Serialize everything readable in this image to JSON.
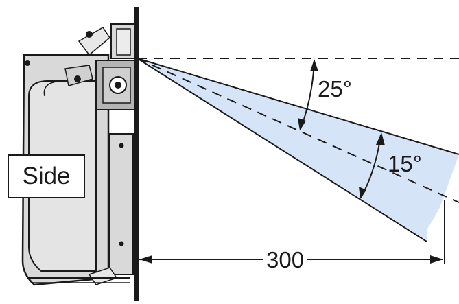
{
  "labels": {
    "view": "Side",
    "angle_outer": "25°",
    "angle_inner": "15°",
    "distance": "300"
  },
  "colors": {
    "beam_fill": "#d6e4f7",
    "line": "#1a1a1a",
    "device_body": "#d9d9d9",
    "device_dark": "#b5b5b5"
  }
}
